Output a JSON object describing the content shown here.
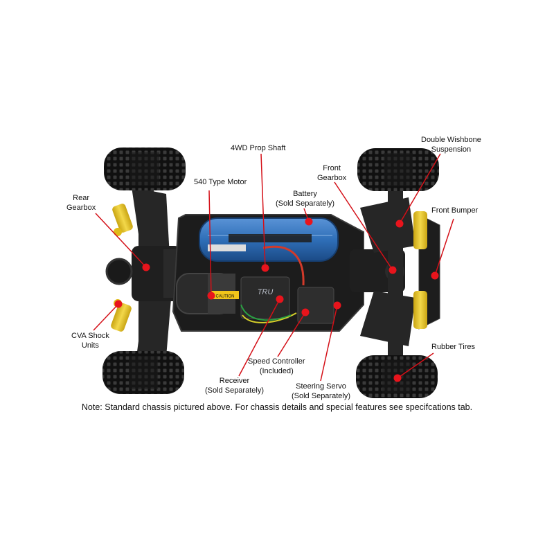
{
  "callouts": {
    "prop_shaft": [
      "4WD Prop Shaft"
    ],
    "double_wishbone": [
      "Double Wishbone",
      "Suspension"
    ],
    "front_gearbox": [
      "Front",
      "Gearbox"
    ],
    "motor": [
      "540 Type Motor"
    ],
    "battery": [
      "Battery",
      "(Sold Separately)"
    ],
    "rear_gearbox": [
      "Rear",
      "Gearbox"
    ],
    "front_bumper": [
      "Front Bumper"
    ],
    "cva_shock": [
      "CVA Shock",
      "Units"
    ],
    "rubber_tires": [
      "Rubber Tires"
    ],
    "speed_controller": [
      "Speed Controller",
      "(Included)"
    ],
    "receiver": [
      "Receiver",
      "(Sold Separately)"
    ],
    "steering_servo": [
      "Steering Servo",
      "(Sold Separately)"
    ]
  },
  "decals": {
    "caution": "CAUTION",
    "esc_brand": "TRU"
  },
  "note": "Note: Standard chassis pictured above. For chassis details and special features see specifcations tab.",
  "colors": {
    "marker": "#e8141c",
    "leader": "#d40f17",
    "chassis": "#1c1c1c",
    "tire": "#141414",
    "battery": "#2f6fb8",
    "shock": "#e9c61f",
    "background": "#ffffff"
  }
}
